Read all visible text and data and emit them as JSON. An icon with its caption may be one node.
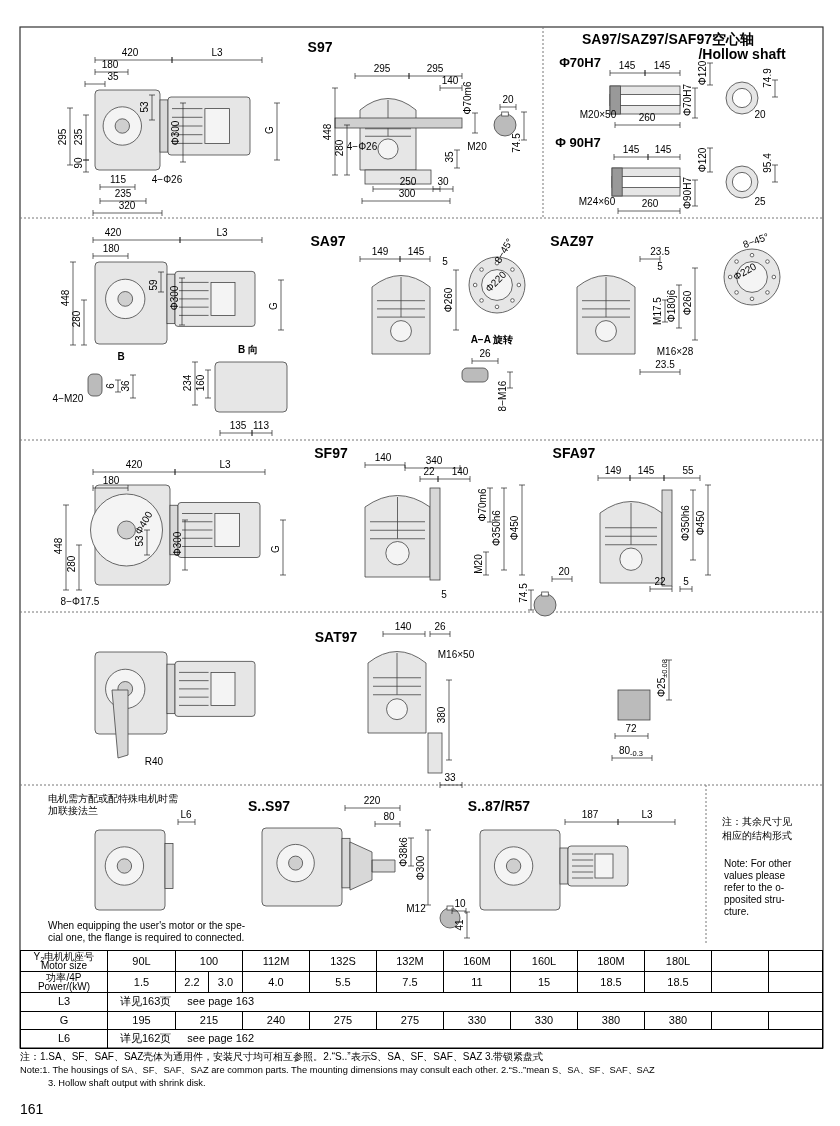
{
  "diagram": {
    "labels": [
      "S97",
      "420",
      "L3",
      "180",
      "35",
      "53",
      "295",
      "235",
      "Φ300",
      "G",
      "90",
      "115",
      "4−Φ26",
      "235",
      "320",
      "295",
      "295",
      "140",
      "Φ70m6",
      "20",
      "448",
      "280",
      "4−Φ26",
      "M20",
      "74.5",
      "35",
      "250",
      "30",
      "300",
      "SA97/SAZ97/SAF97空心轴",
      "/Hollow shaft",
      "Φ70H7",
      "145",
      "145",
      "Φ120",
      "74.9",
      "Φ70H7",
      "M20×50",
      "260",
      "20",
      "Φ 90H7",
      "145",
      "145",
      "Φ120",
      "95.4",
      "Φ90H7",
      "M24×60",
      "260",
      "25",
      "420",
      "L3",
      "SA97",
      "SAZ97",
      "8−45°",
      "180",
      "149",
      "145",
      "8−45°",
      "23.5",
      "5",
      "5",
      "Φ220",
      "Φ220",
      "59",
      "448",
      "Φ300",
      "Φ260",
      "Φ260",
      "G",
      "M17.5",
      "Φ180j6",
      "280",
      "A−A 旋转",
      "B",
      "B 向",
      "26",
      "M16×28",
      "23.5",
      "234",
      "160",
      "6",
      "36",
      "8−M16",
      "4−M20",
      "135",
      "113",
      "SF97",
      "140",
      "340",
      "SFA97",
      "420",
      "L3",
      "22",
      "140",
      "149",
      "145",
      "55",
      "180",
      "Φ70m6",
      "Φ400",
      "Φ350h6",
      "Φ450",
      "Φ350h6",
      "Φ450",
      "53",
      "Φ300",
      "448",
      "G",
      "280",
      "M20",
      "20",
      "22",
      "5",
      "74.5",
      "5",
      "8−Φ17.5",
      "140",
      "26",
      "SAT97",
      "M16×50",
      "Φ25$_{±0.08}$",
      "380",
      "72",
      "80$_{-0.3}$",
      "R40",
      "33",
      "电机需方配或配特殊电机时需加联接法兰",
      "220",
      "S..S97",
      "S..87/R57",
      "L6",
      "80",
      "187",
      "L3",
      "注：其余尺寸见相应的结构形式",
      "Φ38k6",
      "Φ300",
      "Note: For other values please refer to the o- pposited stru- cture.",
      "10",
      "M12",
      "41",
      "When equipping the user's motor or the spe- cial one, the flange is required to connected.",
      "Y$_{2}$电机机座号 Motor size",
      "90L",
      "100",
      "112M",
      "132S",
      "132M",
      "160M",
      "160L",
      "180M",
      "180L",
      "功率/4P Power/(kW)",
      "1.5",
      "2.2",
      "3.0",
      "4.0",
      "5.5",
      "7.5",
      "11",
      "15",
      "18.5",
      "18.5",
      "L3",
      "详见163页",
      "see page 163",
      "G",
      "195",
      "215",
      "240",
      "275",
      "275",
      "330",
      "330",
      "380",
      "380",
      "L6",
      "详见162页",
      "see page 162",
      "注：1.SA、SF、SAF、SAZ壳体为通用件，安装尺寸均可相互参照。2.“S..”表示S、SA、SF、SAF、SAZ 3.带锁紧盘式",
      "Note:1. The housings of SA、SF、SAF、SAZ are common parts. The mounting dimensions may consult each other. 2.“S..”mean S、SA、SF、SAF、SAZ",
      "3. Hollow shaft output with shrink disk.",
      "161"
    ]
  }
}
